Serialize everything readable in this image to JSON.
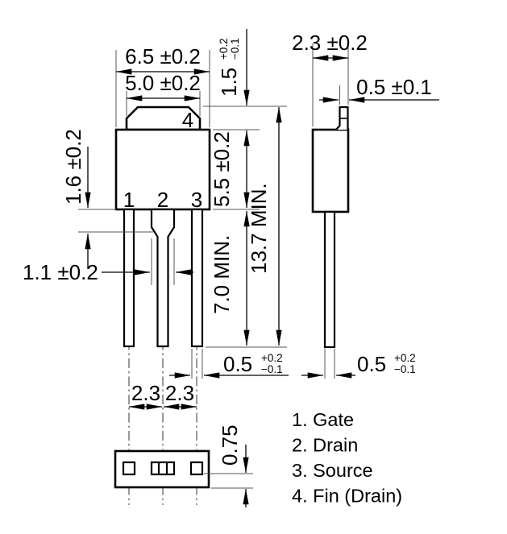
{
  "front_view": {
    "dim_body_width": "6.5 ±0.2",
    "dim_fin_width": "5.0 ±0.2",
    "dim_fin_height": {
      "value": "1.5",
      "tol_plus": "+0.2",
      "tol_minus": "−0.1"
    },
    "dim_body_height": "5.5 ±0.2",
    "dim_overall_min": "13.7 MIN.",
    "dim_lead_length_min": "7.0 MIN.",
    "dim_lead_shoulder": "1.6 ±0.2",
    "dim_lead_wide_width": "1.1 ±0.2",
    "dim_lead_width": {
      "value": "0.5",
      "tol_plus": "+0.2",
      "tol_minus": "−0.1"
    },
    "dim_pitch_left": "2.3",
    "dim_pitch_right": "2.3",
    "pin1_label": "1",
    "pin2_label": "2",
    "pin3_label": "3",
    "pin4_label": "4"
  },
  "side_view": {
    "dim_body_depth": "2.3 ±0.2",
    "dim_tab_thickness": "0.5 ±0.1",
    "dim_lead_thickness": {
      "value": "0.5",
      "tol_plus": "+0.2",
      "tol_minus": "−0.1"
    }
  },
  "bottom_view": {
    "dim_lead_offset": "0.75"
  },
  "legend": {
    "items": [
      "1. Gate",
      "2. Drain",
      "3. Source",
      "4. Fin (Drain)"
    ]
  },
  "colors": {
    "line": "#000000",
    "background": "#ffffff"
  }
}
